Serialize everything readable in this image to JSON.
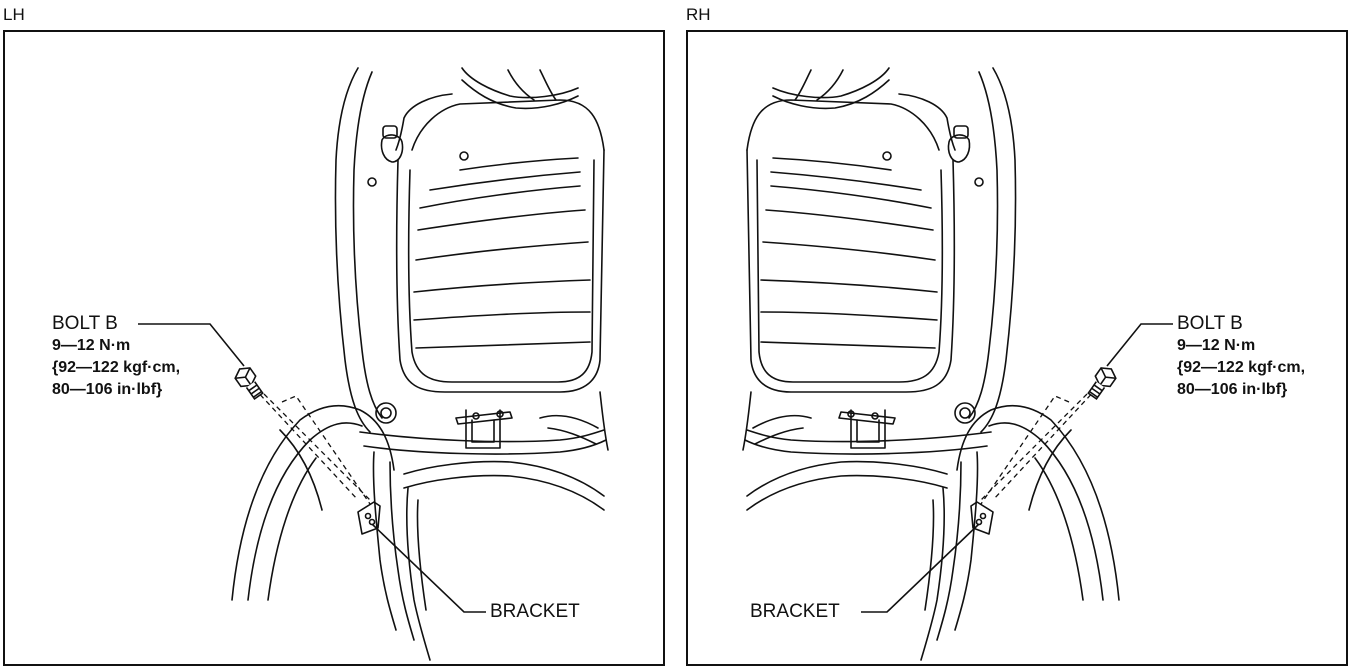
{
  "lh": {
    "label": "LH",
    "bolt": {
      "name": "BOLT B",
      "torque_nm": "9—12 N·m",
      "torque_kgf": "{92—122 kgf·cm,",
      "torque_inlbf": "80—106 in·lbf}"
    },
    "bracket": "BRACKET"
  },
  "rh": {
    "label": "RH",
    "bolt": {
      "name": "BOLT B",
      "torque_nm": "9—12 N·m",
      "torque_kgf": "{92—122 kgf·cm,",
      "torque_inlbf": "80—106 in·lbf}"
    },
    "bracket": "BRACKET"
  }
}
